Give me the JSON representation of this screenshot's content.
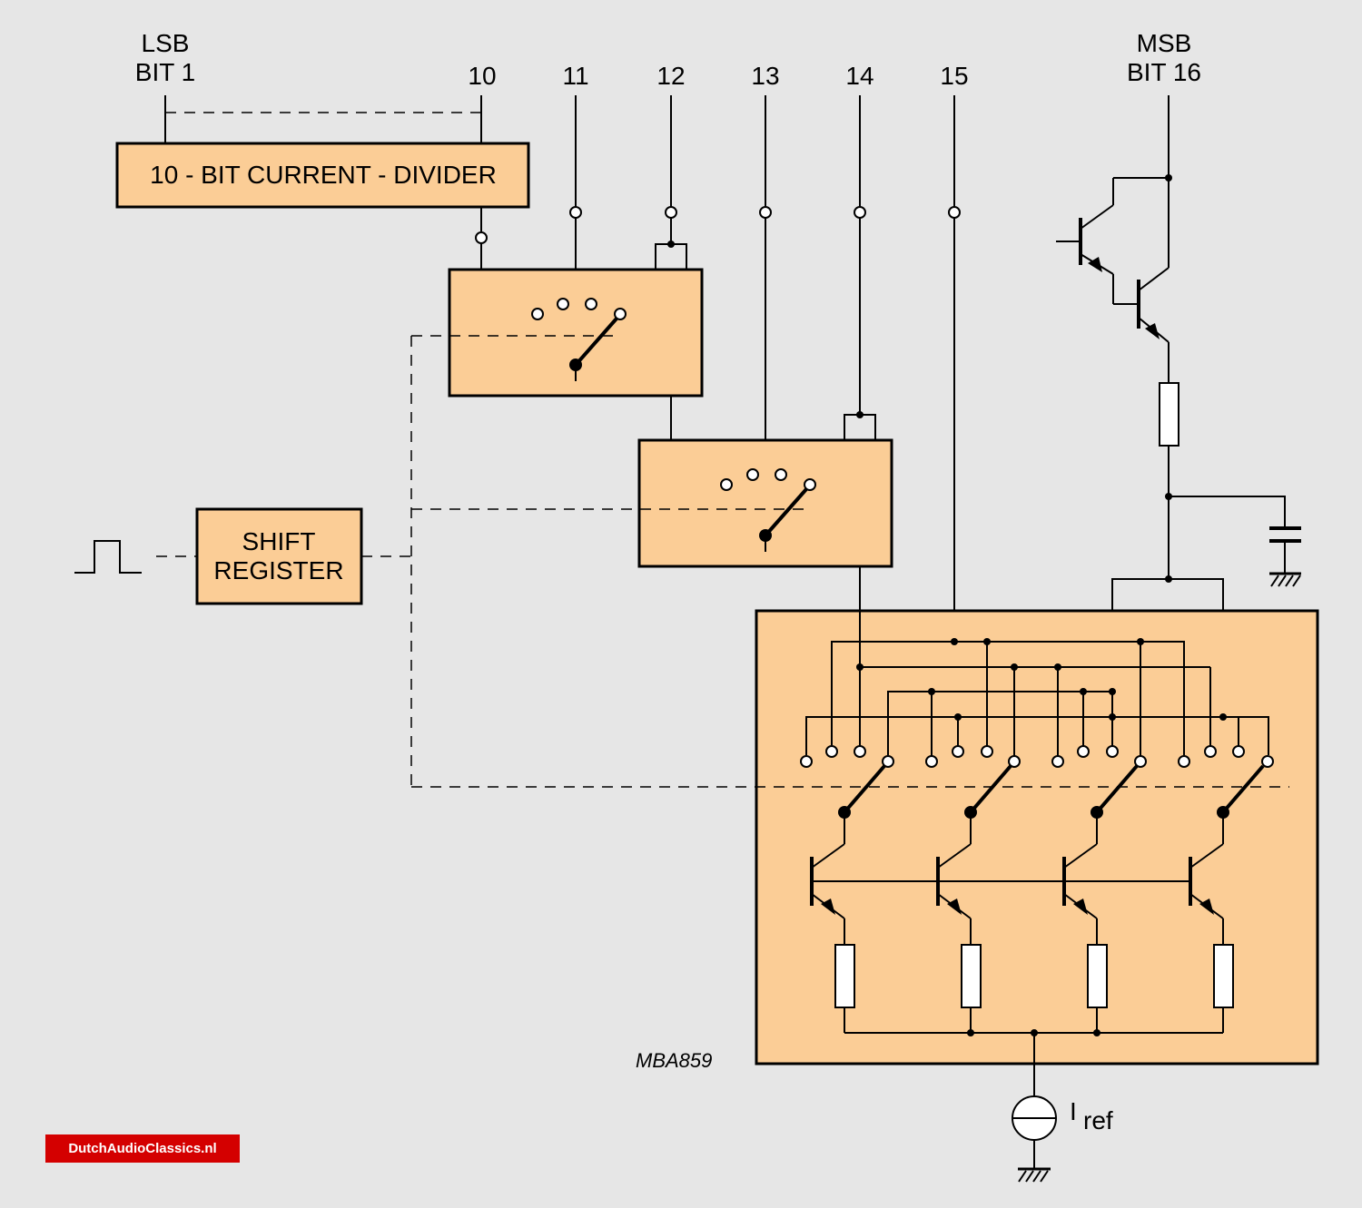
{
  "labels": {
    "lsb": "LSB",
    "bit1": "BIT 1",
    "msb": "MSB",
    "bit16": "BIT 16",
    "bit10": "10",
    "bit11": "11",
    "bit12": "12",
    "bit13": "13",
    "bit14": "14",
    "bit15": "15",
    "divider": "10 - BIT CURRENT - DIVIDER",
    "shift_line1": "SHIFT",
    "shift_line2": "REGISTER",
    "figure_code": "MBA859",
    "iref_main": "I",
    "iref_sub": "ref"
  },
  "watermark": "DutchAudioClassics.nl",
  "colors": {
    "background": "#e6e6e6",
    "block_fill": "#fbcd96",
    "watermark_bg": "#d40000"
  }
}
